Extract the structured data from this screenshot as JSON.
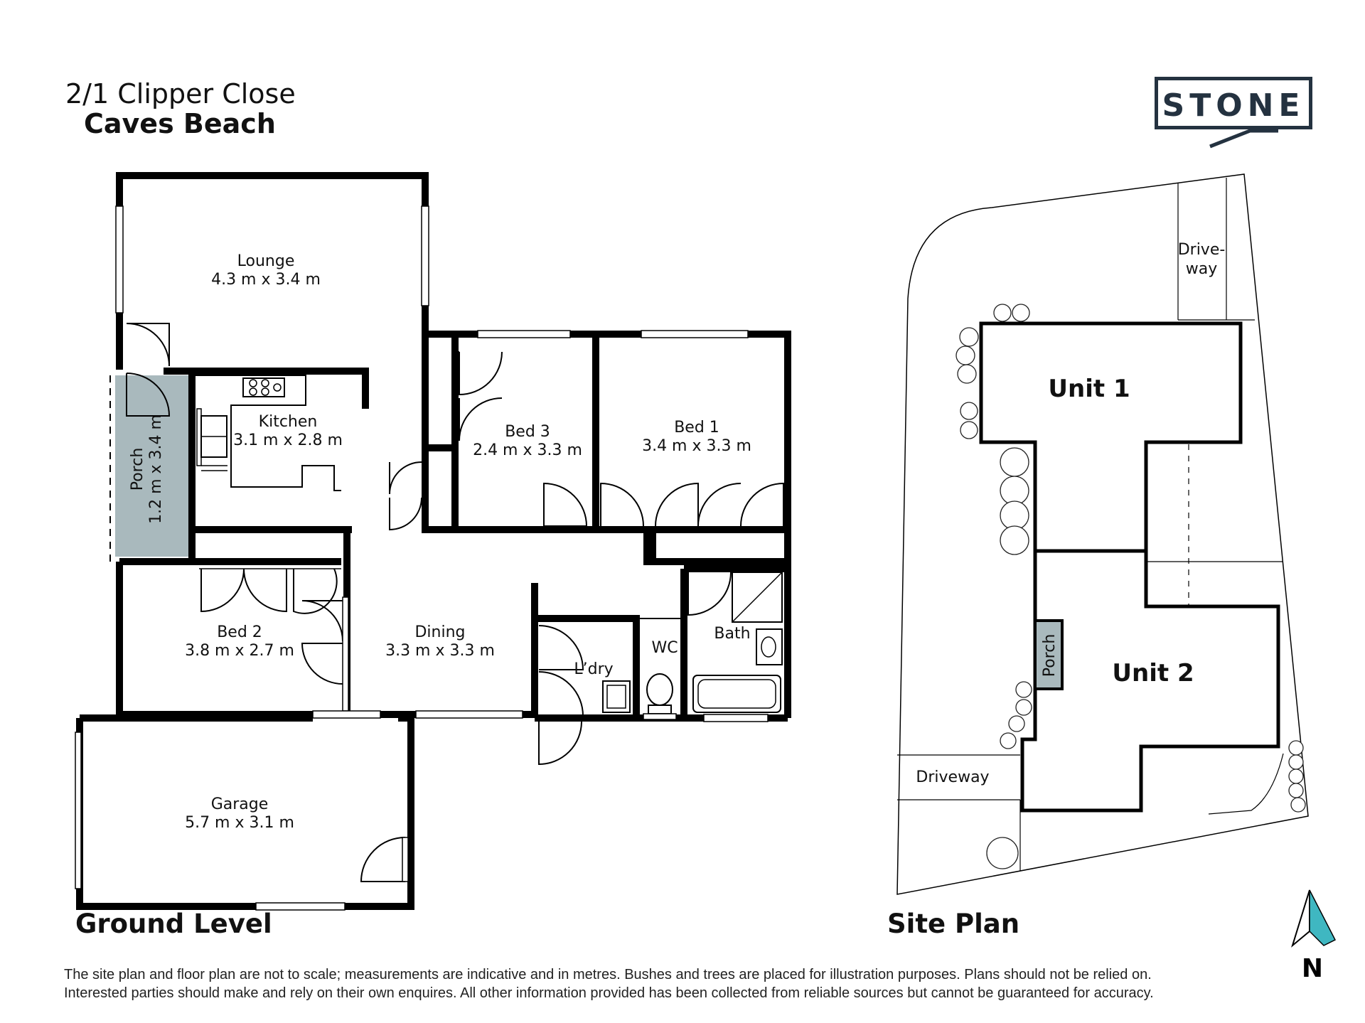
{
  "header": {
    "address_line1": "2/1 Clipper Close",
    "address_line2": "Caves Beach"
  },
  "logo": {
    "text": "STONE",
    "color": "#243240"
  },
  "rooms": {
    "lounge": {
      "name": "Lounge",
      "size": "4.3 m x 3.4 m"
    },
    "kitchen": {
      "name": "Kitchen",
      "size": "3.1 m x 2.8 m"
    },
    "porch": {
      "name": "Porch",
      "size": "1.2 m x 3.4 m"
    },
    "bed3": {
      "name": "Bed 3",
      "size": "2.4 m x 3.3 m"
    },
    "bed1": {
      "name": "Bed 1",
      "size": "3.4 m x 3.3 m"
    },
    "bed2": {
      "name": "Bed 2",
      "size": "3.8 m x 2.7 m"
    },
    "dining": {
      "name": "Dining",
      "size": "3.3 m x 3.3 m"
    },
    "laundry": {
      "name": "L’dry"
    },
    "wc": {
      "name": "WC"
    },
    "bath": {
      "name": "Bath"
    },
    "garage": {
      "name": "Garage",
      "size": "5.7 m x 3.1 m"
    }
  },
  "site": {
    "unit1": "Unit 1",
    "unit2": "Unit 2",
    "porch": "Porch",
    "driveway_top_line1": "Drive-",
    "driveway_top_line2": "way",
    "driveway_left": "Driveway"
  },
  "labels": {
    "ground_level": "Ground Level",
    "site_plan": "Site Plan",
    "north": "N"
  },
  "disclaimer": {
    "line1": "The site plan and floor plan are not to scale; measurements are indicative and in metres. Bushes and trees are placed for illustration purposes. Plans should not be relied on.",
    "line2": "Interested parties should make and rely on their own enquires. All other information provided has been collected from reliable sources but cannot be guaranteed for accuracy."
  },
  "colors": {
    "porch_fill": "#a9b9bd",
    "wall": "#000000",
    "north_arrow": "#3fb7c1"
  }
}
